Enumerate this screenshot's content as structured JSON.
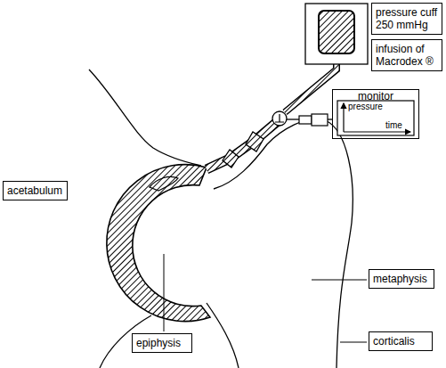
{
  "diagram": {
    "nodes": [
      {
        "text": [
          "pressure cuff 250 mmHg"
        ]
      },
      {
        "text": [
          "infusion of Macrodex ®"
        ]
      },
      {
        "text": [
          "monitor"
        ]
      },
      {
        "text": [
          "acetabulum"
        ]
      },
      {
        "text": [
          "metaphysis"
        ]
      },
      {
        "text": [
          "corticalis"
        ]
      },
      {
        "text": [
          "epiphysis"
        ]
      }
    ],
    "labels": [
      "pressure",
      "time"
    ]
  }
}
